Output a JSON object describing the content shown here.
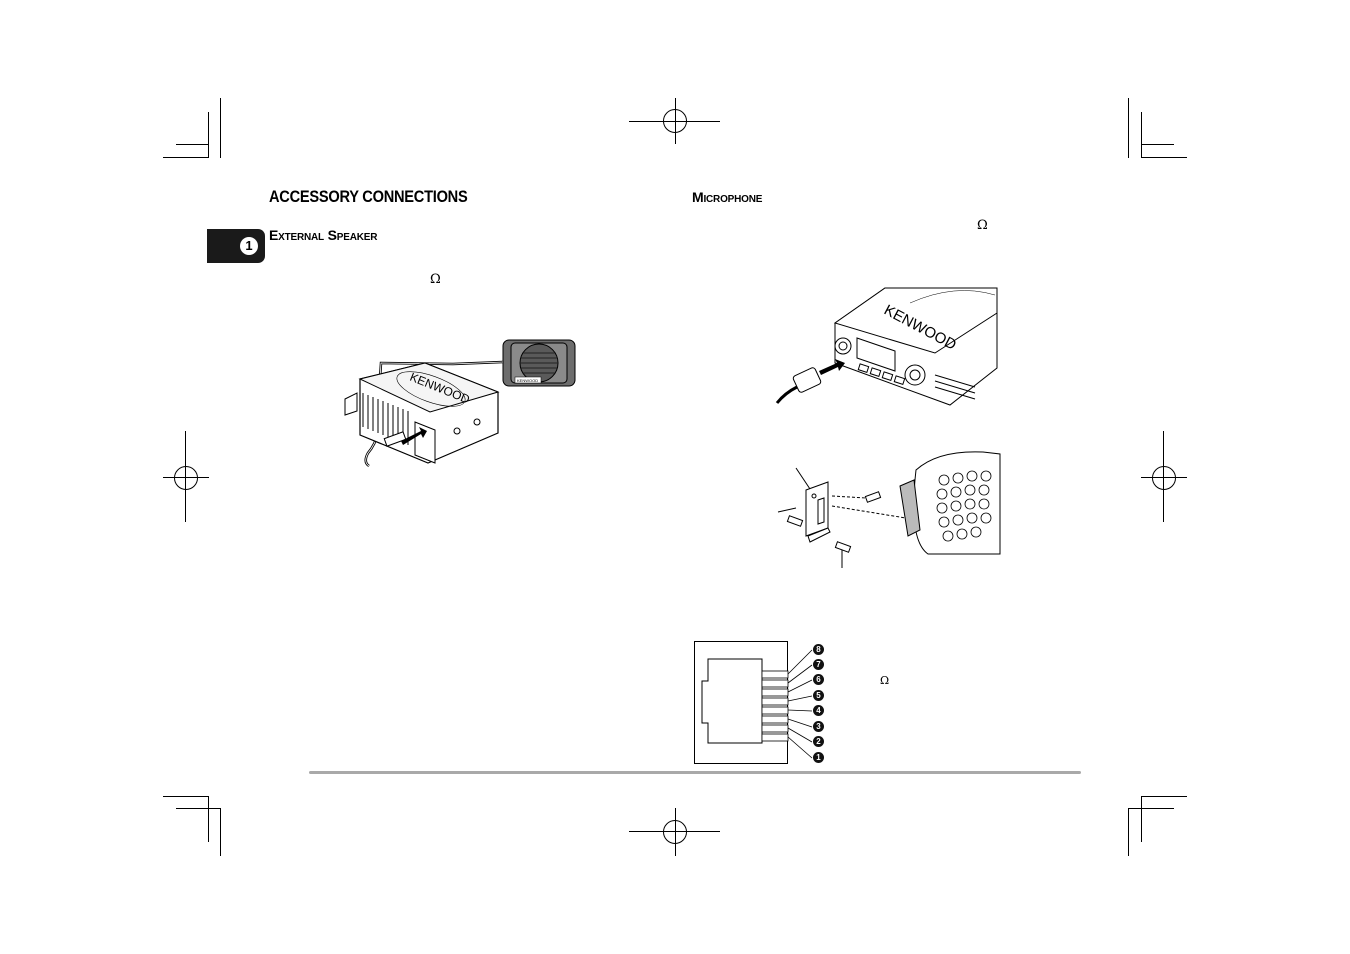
{
  "section": {
    "title": "ACCESSORY CONNECTIONS",
    "chapter_number": "1"
  },
  "external_speaker": {
    "heading": "External Speaker",
    "omega": "Ω",
    "speaker_brand": "KENWOOD",
    "radio_brand": "KENWOOD"
  },
  "microphone": {
    "heading": "Microphone",
    "omega": "Ω",
    "radio_brand": "KENWOOD"
  },
  "connector": {
    "pins": [
      "8",
      "7",
      "6",
      "5",
      "4",
      "3",
      "2",
      "1"
    ],
    "omega": "Ω"
  }
}
